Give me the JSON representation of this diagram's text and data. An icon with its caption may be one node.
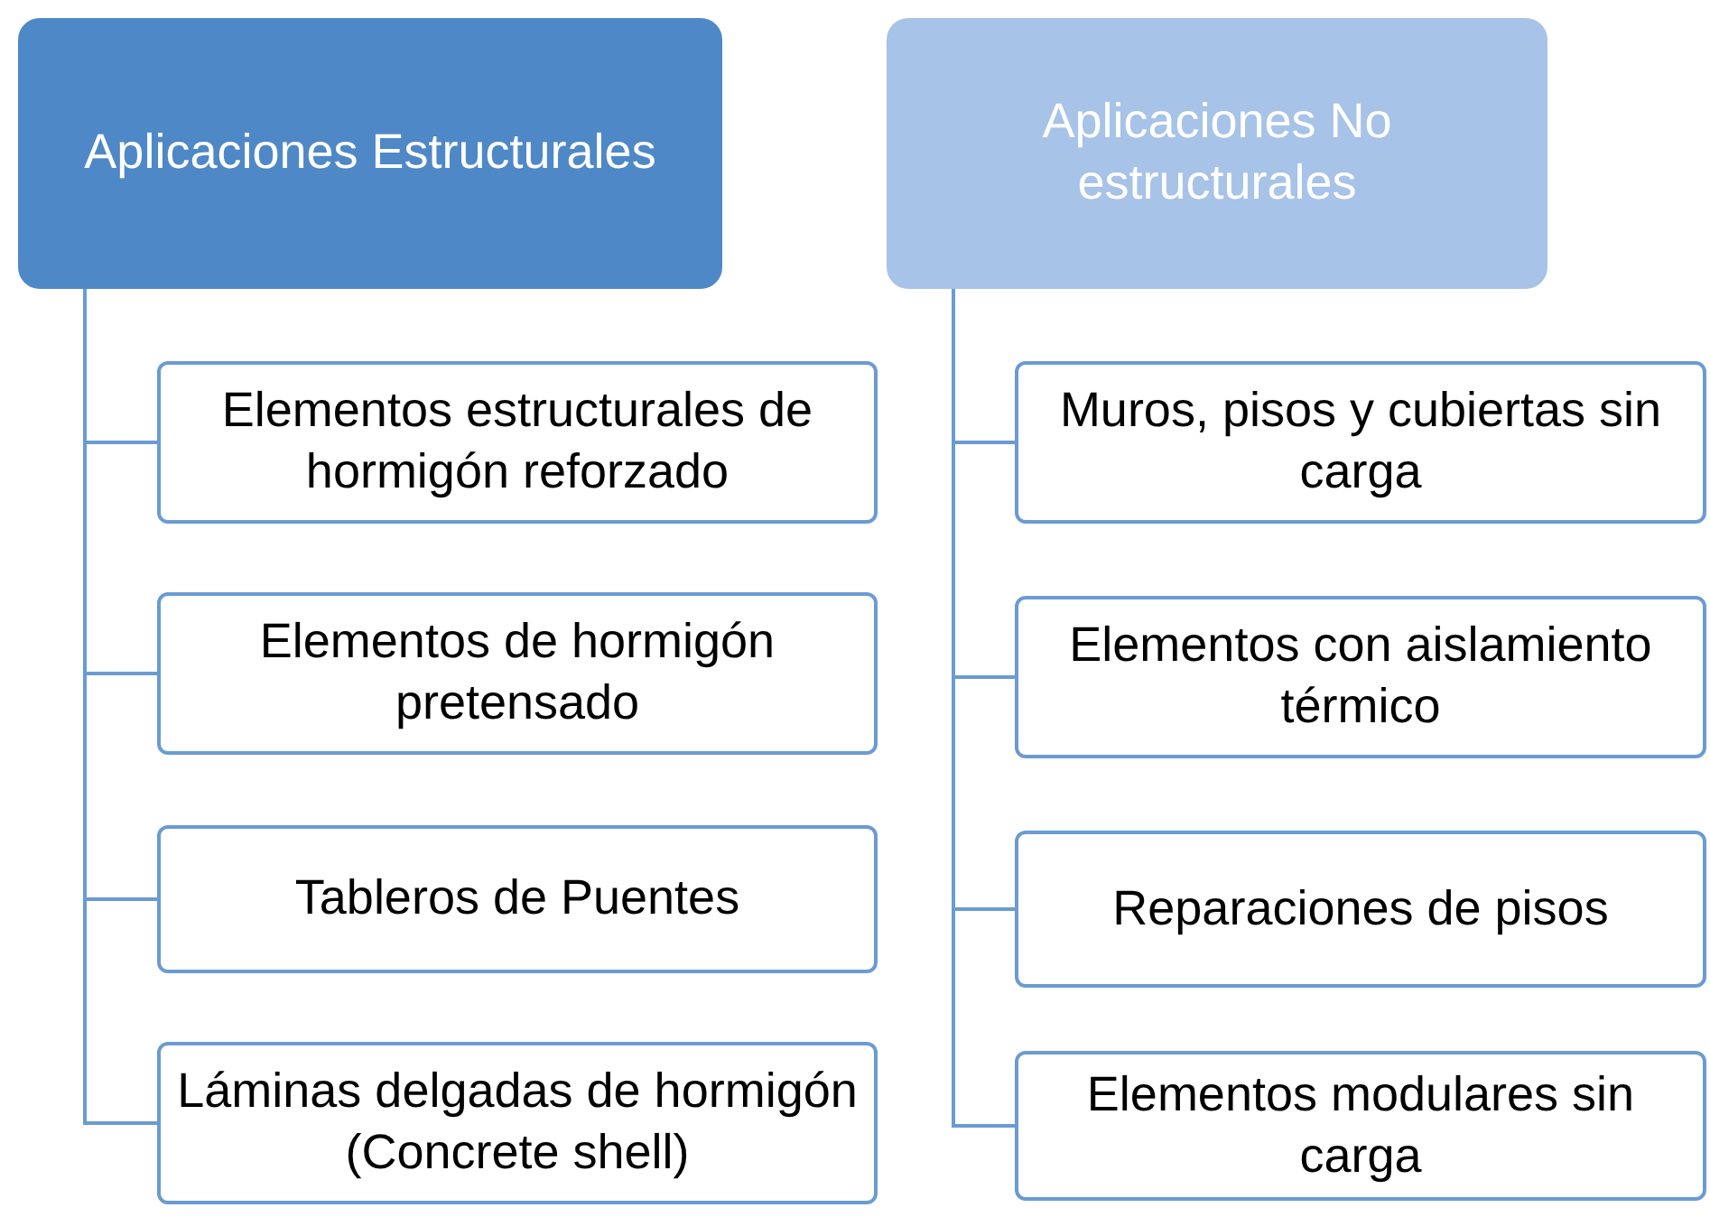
{
  "diagram": {
    "nodes": [
      {
        "text": [
          "Aplicaciones Estructurales"
        ]
      },
      {
        "text": [
          "Elementos estructurales de hormigón reforzado"
        ]
      },
      {
        "text": [
          "Elementos de hormigón pretensado"
        ]
      },
      {
        "text": [
          "Tableros de Puentes"
        ]
      },
      {
        "text": [
          "Láminas delgadas de hormigón (Concrete shell)"
        ]
      },
      {
        "text": [
          "Aplicaciones No estructurales"
        ]
      },
      {
        "text": [
          "Muros, pisos y cubiertas sin carga"
        ]
      },
      {
        "text": [
          "Elementos con aislamiento térmico"
        ]
      },
      {
        "text": [
          "Reparaciones de pisos"
        ]
      },
      {
        "text": [
          "Elementos modulares sin carga"
        ]
      }
    ],
    "edges": [
      {
        "from": 0,
        "to": 1,
        "arrow": "none"
      },
      {
        "from": 0,
        "to": 2,
        "arrow": "none"
      },
      {
        "from": 0,
        "to": 3,
        "arrow": "none"
      },
      {
        "from": 0,
        "to": 4,
        "arrow": "none"
      },
      {
        "from": 5,
        "to": 6,
        "arrow": "none"
      },
      {
        "from": 5,
        "to": 7,
        "arrow": "none"
      },
      {
        "from": 5,
        "to": 8,
        "arrow": "none"
      },
      {
        "from": 5,
        "to": 9,
        "arrow": "none"
      }
    ]
  }
}
